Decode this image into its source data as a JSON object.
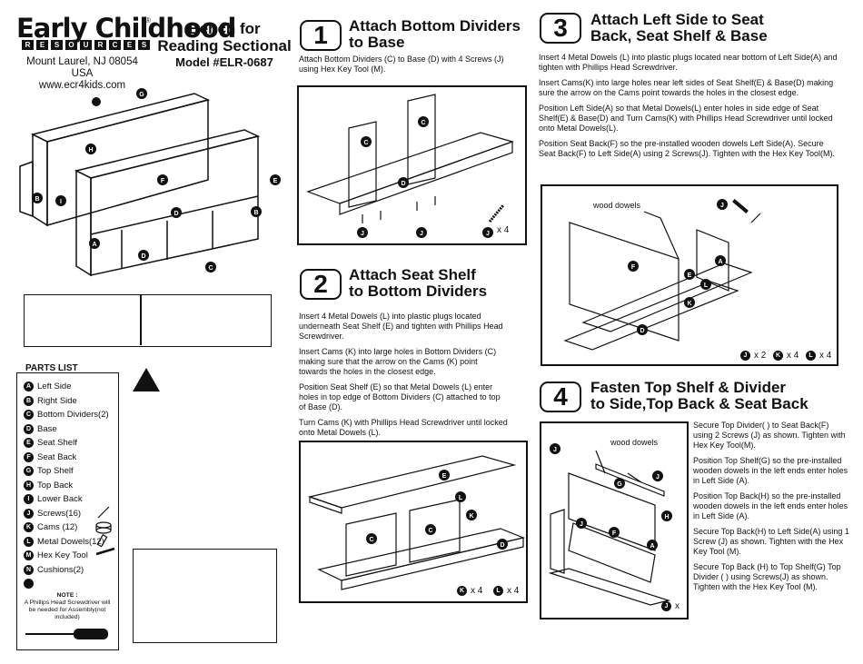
{
  "header": {
    "logo_main": "Early Childhood",
    "logo_reg": "®",
    "logo_sub": [
      "R",
      "E",
      "S",
      "O",
      "U",
      "R",
      "C",
      "E",
      "S"
    ],
    "address": "Mount Laurel, NJ 08054 USA",
    "website": "www.ecr4kids.com",
    "title_line1": "Bench for",
    "title_line2": "Reading Sectional",
    "model": "Model #ELR-0687"
  },
  "parts": {
    "heading": "PARTS LIST",
    "items": [
      {
        "letter": "A",
        "name": "Left Side"
      },
      {
        "letter": "B",
        "name": "Right Side"
      },
      {
        "letter": "C",
        "name": "Bottom Dividers(2)"
      },
      {
        "letter": "D",
        "name": "Base"
      },
      {
        "letter": "E",
        "name": "Seat Shelf"
      },
      {
        "letter": "F",
        "name": "Seat Back"
      },
      {
        "letter": "G",
        "name": "Top Shelf"
      },
      {
        "letter": "H",
        "name": "Top Back"
      },
      {
        "letter": "I",
        "name": "Lower Back"
      },
      {
        "letter": "J",
        "name": "Screws(16)"
      },
      {
        "letter": "K",
        "name": "Cams (12)"
      },
      {
        "letter": "L",
        "name": "Metal Dowels(12)"
      },
      {
        "letter": "M",
        "name": "Hex Key Tool"
      },
      {
        "letter": "N",
        "name": "Cushions(2)"
      },
      {
        "letter": "",
        "name": ""
      }
    ],
    "note_title": "NOTE :",
    "note_text": "A Phillips Head Screwdriver will be needed for Assembly(not included)"
  },
  "step1": {
    "number": "1",
    "title_line1": "Attach Bottom Dividers",
    "title_line2": "to Base",
    "text": "Attach Bottom Dividers (C) to Base (D) with 4 Screws (J) using Hex Key Tool (M).",
    "qty": "x 4"
  },
  "step2": {
    "number": "2",
    "title_line1": "Attach Seat Shelf",
    "title_line2": "to Bottom Dividers",
    "paragraphs": [
      "Insert 4 Metal Dowels (L) into plastic plugs located underneath Seat Shelf (E) and tighten with Phillips Head Screwdriver.",
      "Insert Cams (K) into large holes in Bottom Dividers (C) making sure that the arrow on the Cams (K) point towards the holes in the closest edge.",
      "Position Seat Shelf (E) so that Metal Dowels (L) enter holes in top edge of Bottom Dividers (C) attached to top of Base (D).",
      "Turn Cams (K) with Phillips Head Screwdriver until locked onto Metal Dowels (L)."
    ],
    "qty_k": "x 4",
    "qty_l": "x 4"
  },
  "step3": {
    "number": "3",
    "title_line1": "Attach Left Side to Seat",
    "title_line2": "Back, Seat Shelf & Base",
    "paragraphs": [
      "Insert 4 Metal Dowels (L) into plastic plugs located near bottom of Left Side(A) and tighten with Phillips Head Screwdriver.",
      "Insert    Cams(K) into large holes near left sides of Seat Shelf(E) & Base(D) making sure the arrow on the Cams point towards the holes in the closest edge.",
      "Position Left Side(A) so that Metal Dowels(L) enter holes in side edge of Seat Shelf(E) & Base(D) and Turn Cams(K) with Phillips Head Screwdriver until locked onto Metal Dowels(L).",
      "Position Seat Back(F) so the pre-installed wooden dowels                  Left Side(A). Secure Seat Back(F) to Left Side(A) using 2 Screws(J). Tighten with the Hex Key Tool(M)."
    ],
    "callout": "wood dowels",
    "qty_j": "x 2",
    "qty_k": "x 4",
    "qty_l": "x 4"
  },
  "step4": {
    "number": "4",
    "title_line1": "Fasten Top Shelf & Divider",
    "title_line2": "to Side,Top Back & Seat Back",
    "paragraphs": [
      "Secure Top Divider(   ) to Seat Back(F) using 2                Screws (J) as shown. Tighten with Hex Key Tool(M).",
      "Position Top Shelf(G)  so the pre-installed wooden dowels in the left ends enter holes in Left Side (A).",
      "Position Top Back(H) so the pre-installed wooden dowels in the left ends enter holes in Left Side (A).",
      "Secure Top Back(H) to Left Side(A) using 1 Screw (J) as shown. Tighten with the Hex Key Tool (M).",
      "Secure Top Back (H) to Top Shelf(G) Top Divider (   )  using    Screws(J) as shown. Tighten with the Hex Key Tool (M)."
    ],
    "callout": "wood dowels",
    "qty_j": "x"
  }
}
